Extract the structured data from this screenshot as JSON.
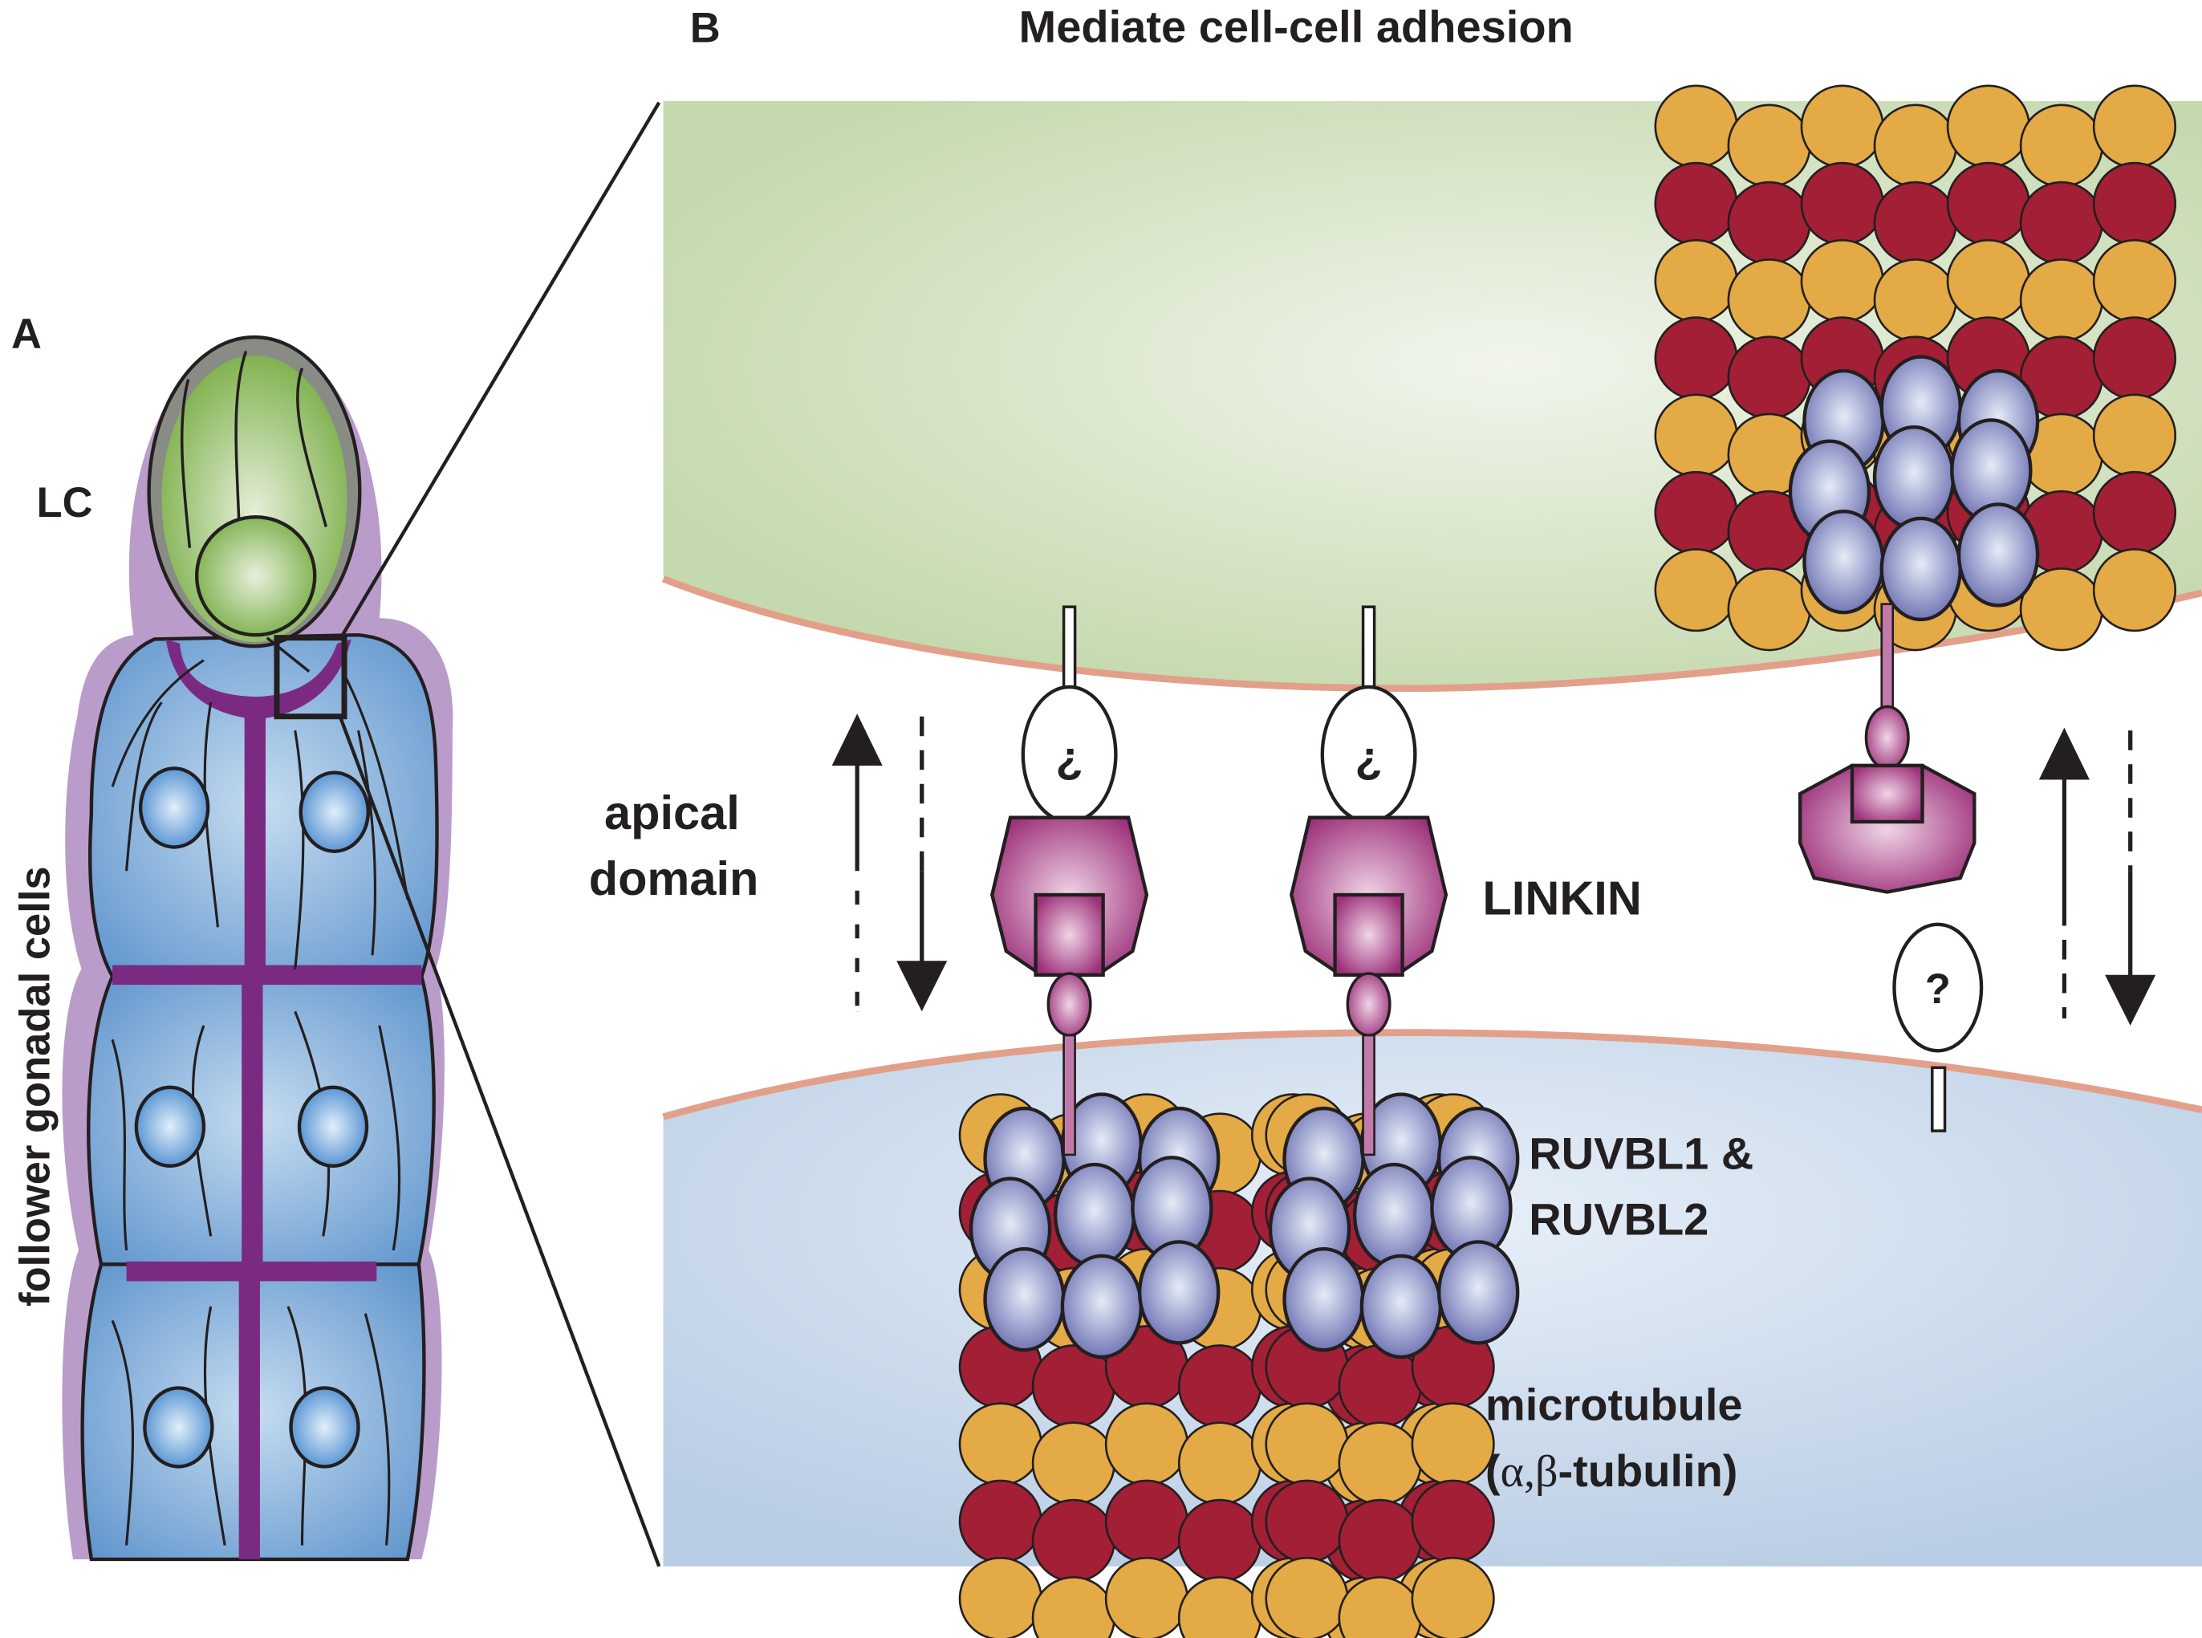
{
  "figure": {
    "panel_a": {
      "label": "A",
      "leader_cell_label": "LC",
      "follower_label": "follower gonadal cells"
    },
    "panel_b": {
      "label": "B",
      "title": "Mediate cell-cell adhesion",
      "apical_label_line1": "apical",
      "apical_label_line2": "domain",
      "linkin_label": "LINKIN",
      "ruvbl_label_line1": "RUVBL1 &",
      "ruvbl_label_line2": "RUVBL2",
      "microtubule_label": "microtubule",
      "tubulin_label_open": "(",
      "tubulin_label_greek": "α,β",
      "tubulin_label_rest": "-tubulin)",
      "unknown_partner_glyph": "¿",
      "unknown_partner_glyph_right": "?"
    },
    "colors": {
      "leader_green": "#8fbf5a",
      "follower_blue": "#6fa3d6",
      "junction_purple": "#7b2a82",
      "halo_lilac": "#b99cc9",
      "alpha_tubulin": "#e3aa45",
      "beta_tubulin": "#a21f35",
      "ruvbl": "#8e92cc",
      "linkin": "#b5508f",
      "membrane": "#e2a08a",
      "upper_cell": "#c8d9b1",
      "lower_cell": "#bcd0e6"
    }
  }
}
